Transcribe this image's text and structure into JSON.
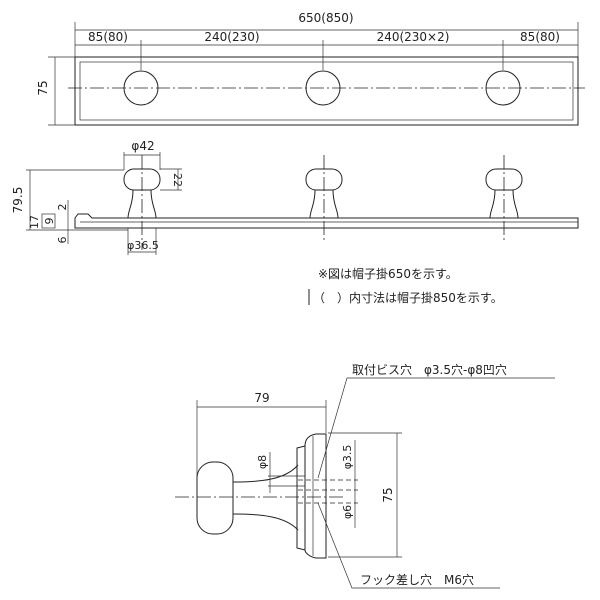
{
  "top_view": {
    "overall_width": "650(850)",
    "segments": [
      "85(80)",
      "240(230)",
      "240(230×2)",
      "85(80)"
    ],
    "height": "75"
  },
  "side_view": {
    "head_diameter": "φ42",
    "head_height": "22",
    "total_height": "79.5",
    "rail_height": "17",
    "dim_2": "2",
    "dim_9": "9",
    "dim_6": "6",
    "base_diameter": "φ36.5"
  },
  "notes": {
    "line1": "※図は帽子掛650を示す。",
    "line2": "（　）内寸法は帽子掛850を示す。"
  },
  "detail_view": {
    "depth": "79",
    "height": "75",
    "phi8": "φ8",
    "phi35": "φ3.5",
    "phi6": "φ6",
    "screw_hole_label": "取付ビス穴　φ3.5穴-φ8凹穴",
    "hook_hole_label": "フック差し穴　M6穴"
  }
}
